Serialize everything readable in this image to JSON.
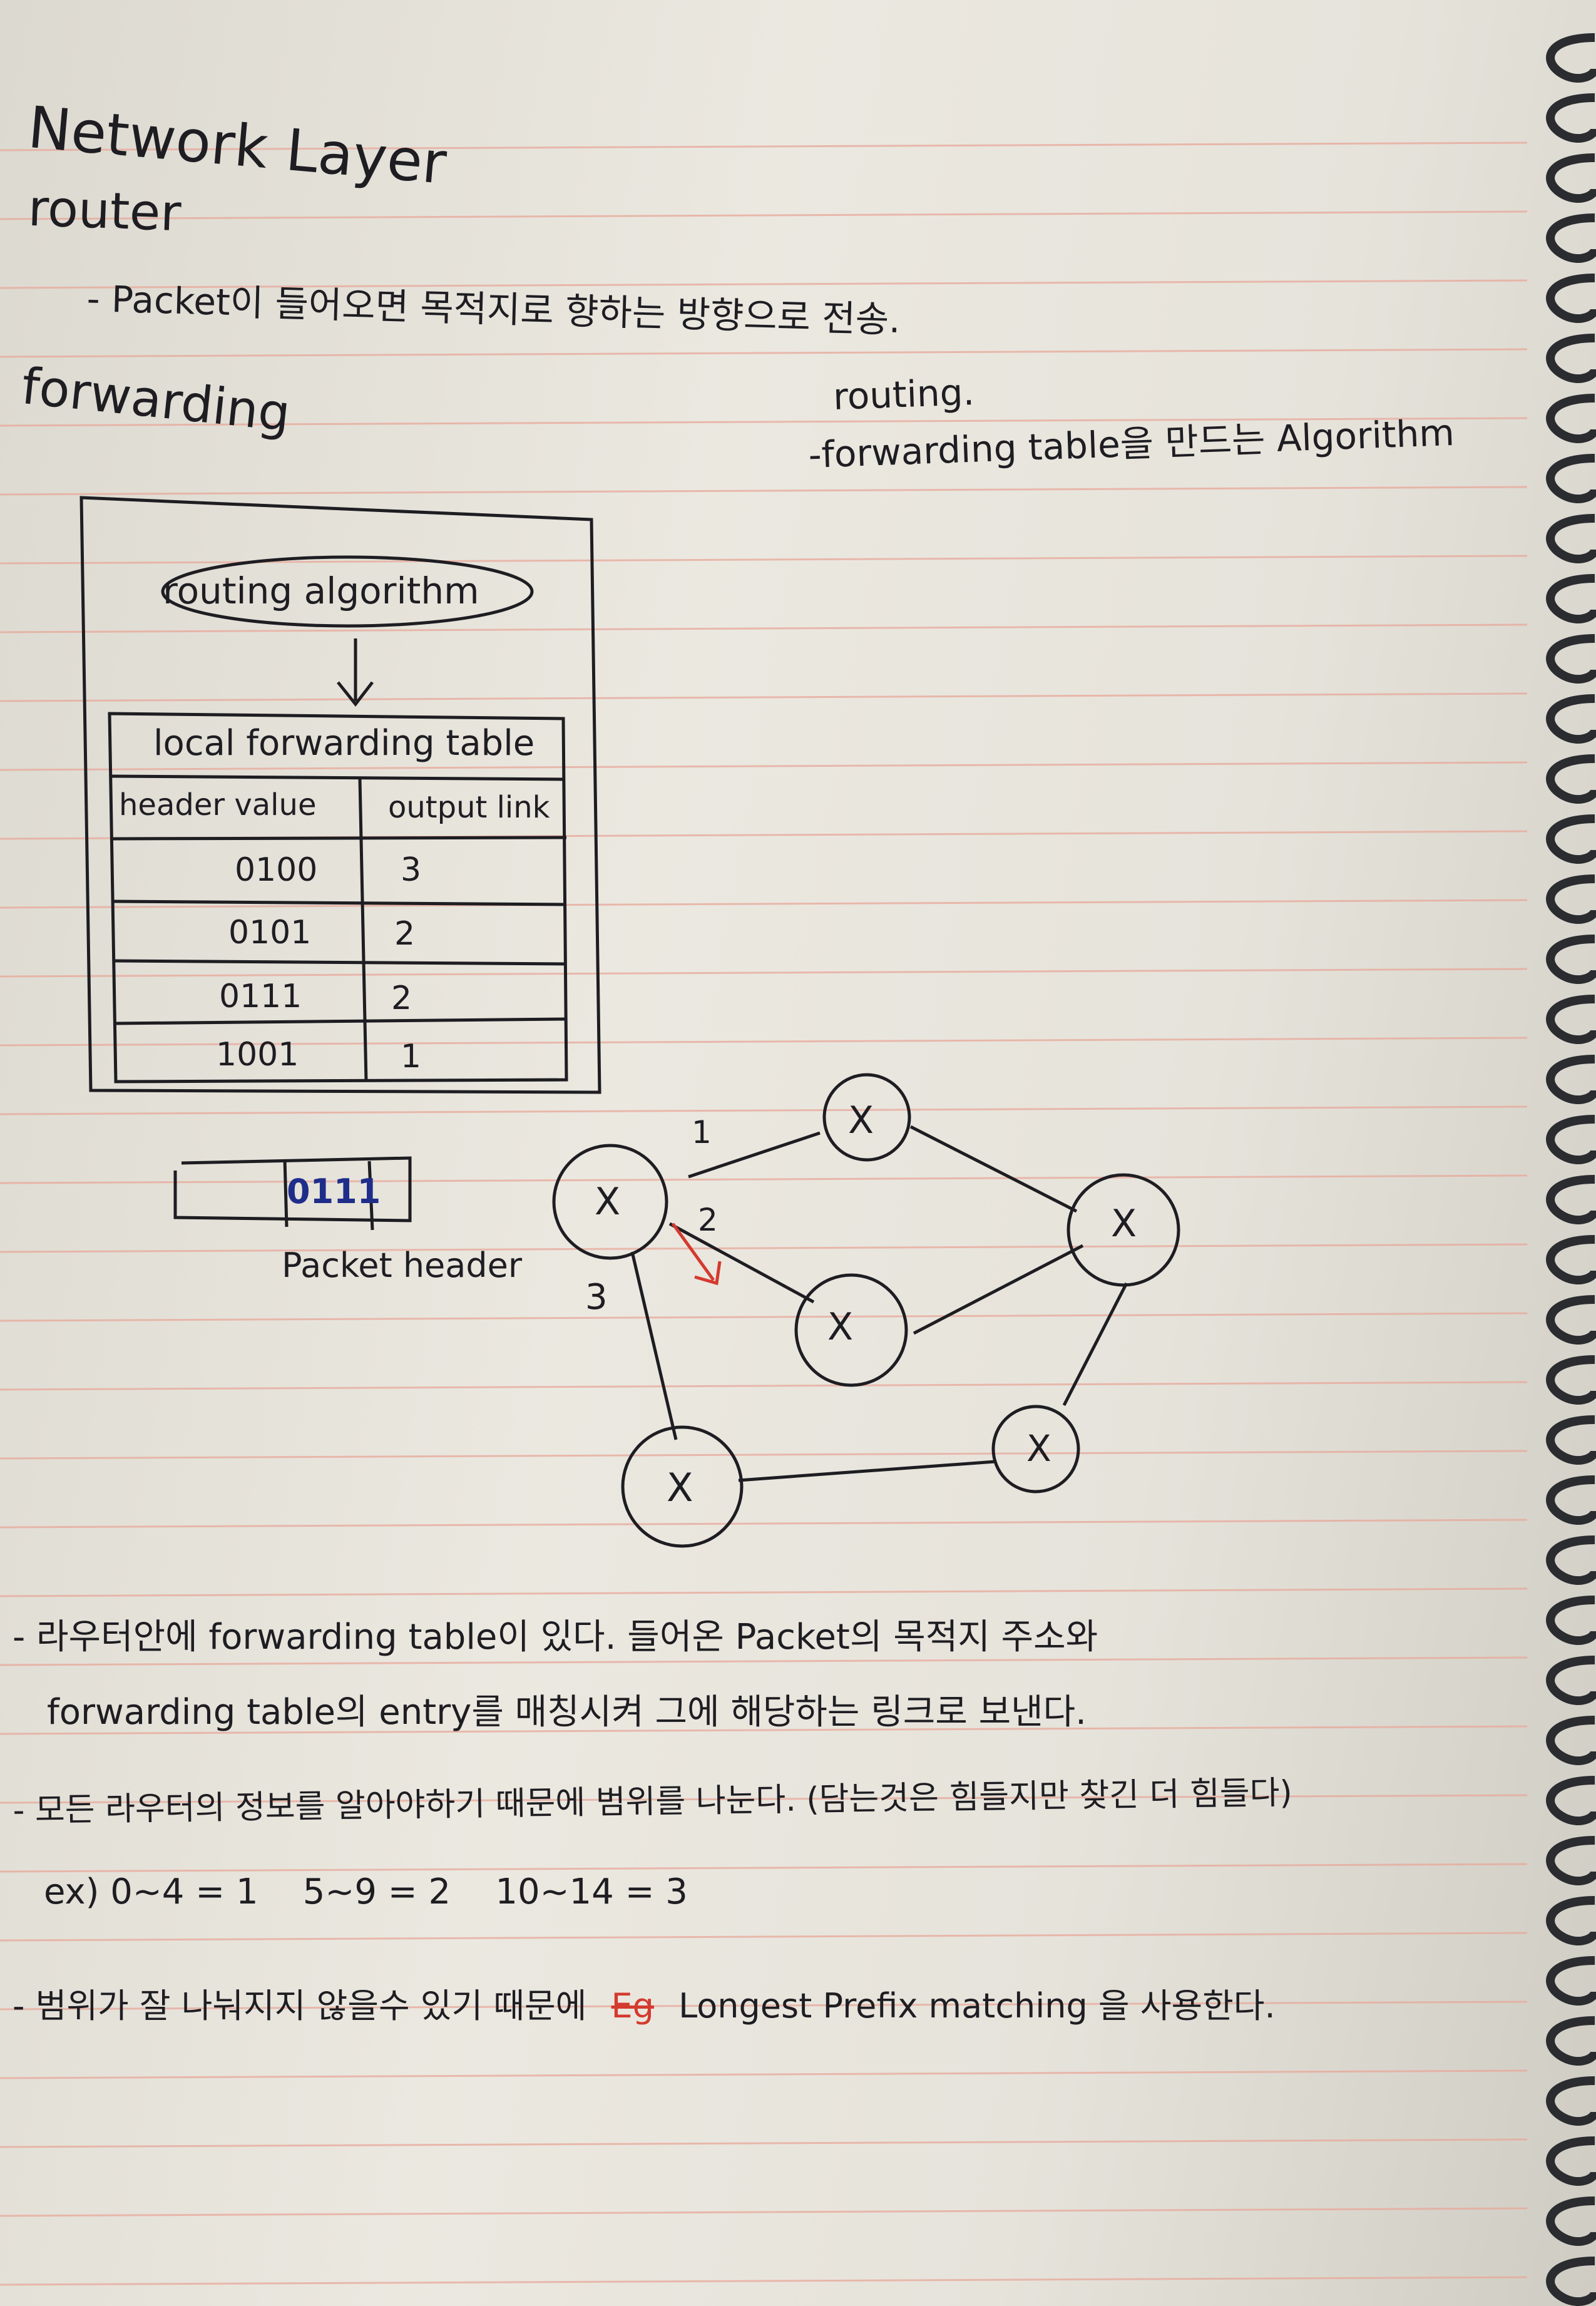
{
  "page": {
    "paper_color": "#e8e5dd",
    "rule_color": "#e8a89a",
    "ink_color": "#1d1d22",
    "accent_red": "#d43a2e",
    "accent_blue": "#1f2d8a"
  },
  "notes": {
    "title": "Network Layer",
    "router_heading": "router",
    "router_desc": "- Packet이 들어오면 목적지로 향하는 방향으로 전송.",
    "forwarding_heading": "forwarding",
    "routing_heading": "routing.",
    "routing_desc": "-forwarding table을 만드는 Algorithm"
  },
  "diagram": {
    "algorithm_label": "routing algorithm",
    "table_title": "local forwarding table",
    "columns": [
      "header value",
      "output link"
    ],
    "rows": [
      {
        "header": "0100",
        "link": "3"
      },
      {
        "header": "0101",
        "link": "2"
      },
      {
        "header": "0111",
        "link": "2"
      },
      {
        "header": "1001",
        "link": "1"
      }
    ],
    "packet_value": "0111",
    "packet_caption": "Packet header",
    "link_labels": [
      "1",
      "2",
      "3"
    ],
    "node_mark": "X",
    "node_count": 6
  },
  "bullets": {
    "b1_line1": "- 라우터안에 forwarding table이 있다. 들어온 Packet의 목적지 주소와",
    "b1_line2": "forwarding table의 entry를 매칭시켜 그에 해당하는 링크로 보낸다.",
    "b2_line1": "- 모든 라우터의 정보를 알아야하기 때문에 범위를 나눈다. (담는것은 힘들지만 찾긴 더 힘들다)",
    "b2_example": "ex) 0~4 = 1    5~9 = 2    10~14 = 3",
    "b3_prefix": "- 범위가 잘 나눠지지 않을수 있기 때문에",
    "b3_strike": "Eg",
    "b3_suffix": "Longest Prefix matching 을 사용한다."
  }
}
